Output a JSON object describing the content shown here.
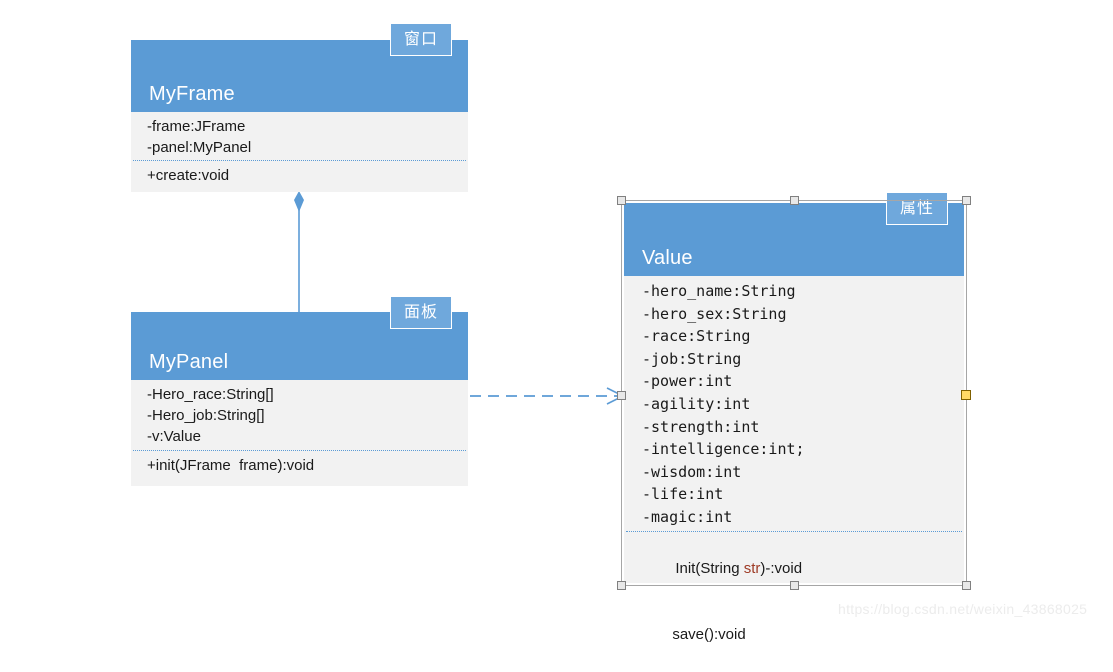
{
  "diagram": {
    "type": "uml-class-diagram",
    "background_color": "#ffffff",
    "header_color": "#5B9BD5",
    "body_color": "#f2f2f2",
    "divider_color": "#5B9BD5",
    "callout_color": "#6FA8DC"
  },
  "classes": [
    {
      "id": "myframe",
      "name": "MyFrame",
      "attributes": [
        "-frame:JFrame",
        "-panel:MyPanel"
      ],
      "methods": [
        "+create:void"
      ],
      "callout": "窗口"
    },
    {
      "id": "mypanel",
      "name": "MyPanel",
      "attributes": [
        "-Hero_race:String[]",
        "-Hero_job:String[]",
        "-v:Value"
      ],
      "methods": [
        "+init(JFrame  frame):void"
      ],
      "callout": "面板"
    },
    {
      "id": "value",
      "name": "Value",
      "attributes": [
        "-hero_name:String",
        "-hero_sex:String",
        "-race:String",
        "-job:String",
        "-power:int",
        "-agility:int",
        "-strength:int",
        "-intelligence:int;",
        "-wisdom:int",
        "-life:int",
        "-magic:int"
      ],
      "methods_rich": [
        {
          "prefix": "Init(String ",
          "highlight": "str",
          "suffix": ")-:void"
        },
        {
          "prefix": "save():void",
          "highlight": "",
          "suffix": ""
        }
      ],
      "callout": "属性",
      "selected": true
    }
  ],
  "relationships": [
    {
      "id": "composition-frame-panel",
      "from": "myframe",
      "to": "mypanel",
      "kind": "composition",
      "style": "solid",
      "marker": "filled-diamond",
      "color": "#5B9BD5"
    },
    {
      "id": "dependency-panel-value",
      "from": "mypanel",
      "to": "value",
      "kind": "dependency",
      "style": "dashed",
      "marker": "open-arrow",
      "color": "#5B9BD5"
    }
  ],
  "watermark": {
    "text": "https://blog.csdn.net/weixin_43868025"
  }
}
